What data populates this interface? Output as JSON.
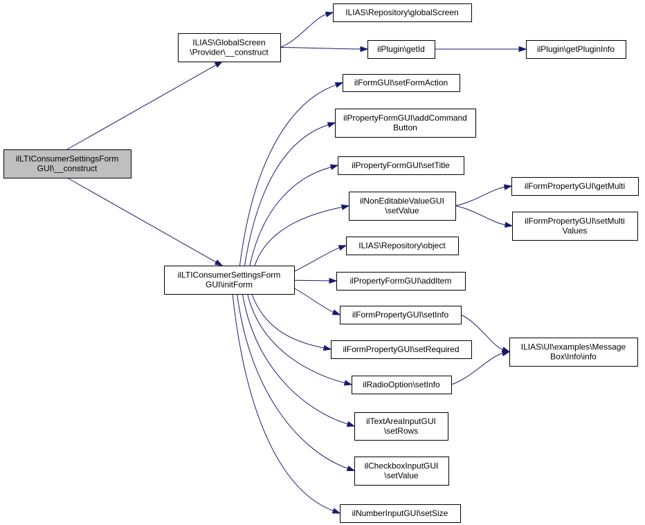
{
  "colors": {
    "edge": "#191970",
    "root_fill": "#bfbfbf",
    "node_fill": "#ffffff",
    "border": "#000000"
  },
  "nodes": {
    "root": [
      "ilLTIConsumerSettingsForm",
      "GUI\\__construct"
    ],
    "gs_provider": [
      "ILIAS\\GlobalScreen",
      "\\Provider\\__construct"
    ],
    "repo_globalscreen": [
      "ILIAS\\Repository\\globalScreen"
    ],
    "plugin_getid": [
      "ilPlugin\\getId"
    ],
    "plugin_getplugininfo": [
      "ilPlugin\\getPluginInfo"
    ],
    "initform": [
      "ilLTIConsumerSettingsForm",
      "GUI\\initForm"
    ],
    "setformaction": [
      "ilFormGUI\\setFormAction"
    ],
    "addcommandbutton": [
      "ilPropertyFormGUI\\addCommand",
      "Button"
    ],
    "settitle": [
      "ilPropertyFormGUI\\setTitle"
    ],
    "noneditable_setvalue": [
      "ilNonEditableValueGUI",
      "\\setValue"
    ],
    "getmulti": [
      "ilFormPropertyGUI\\getMulti"
    ],
    "setmultivalues": [
      "ilFormPropertyGUI\\setMulti",
      "Values"
    ],
    "repo_object": [
      "ILIAS\\Repository\\object"
    ],
    "additem": [
      "ilPropertyFormGUI\\addItem"
    ],
    "setinfo": [
      "ilFormPropertyGUI\\setInfo"
    ],
    "messagebox_info": [
      "ILIAS\\UI\\examples\\Message",
      "Box\\Info\\info"
    ],
    "setrequired": [
      "ilFormPropertyGUI\\setRequired"
    ],
    "radio_setinfo": [
      "ilRadioOption\\setInfo"
    ],
    "textarea_setrows": [
      "ilTextAreaInputGUI",
      "\\setRows"
    ],
    "checkbox_setvalue": [
      "ilCheckboxInputGUI",
      "\\setValue"
    ],
    "number_setsize": [
      "ilNumberInputGUI\\setSize"
    ]
  },
  "edges": [
    [
      "root",
      "gs_provider"
    ],
    [
      "root",
      "initform"
    ],
    [
      "gs_provider",
      "repo_globalscreen"
    ],
    [
      "gs_provider",
      "plugin_getid"
    ],
    [
      "plugin_getid",
      "plugin_getplugininfo"
    ],
    [
      "initform",
      "setformaction"
    ],
    [
      "initform",
      "addcommandbutton"
    ],
    [
      "initform",
      "settitle"
    ],
    [
      "initform",
      "noneditable_setvalue"
    ],
    [
      "initform",
      "repo_object"
    ],
    [
      "initform",
      "additem"
    ],
    [
      "initform",
      "setinfo"
    ],
    [
      "initform",
      "setrequired"
    ],
    [
      "initform",
      "radio_setinfo"
    ],
    [
      "initform",
      "textarea_setrows"
    ],
    [
      "initform",
      "checkbox_setvalue"
    ],
    [
      "initform",
      "number_setsize"
    ],
    [
      "noneditable_setvalue",
      "getmulti"
    ],
    [
      "noneditable_setvalue",
      "setmultivalues"
    ],
    [
      "setinfo",
      "messagebox_info"
    ],
    [
      "radio_setinfo",
      "messagebox_info"
    ]
  ]
}
